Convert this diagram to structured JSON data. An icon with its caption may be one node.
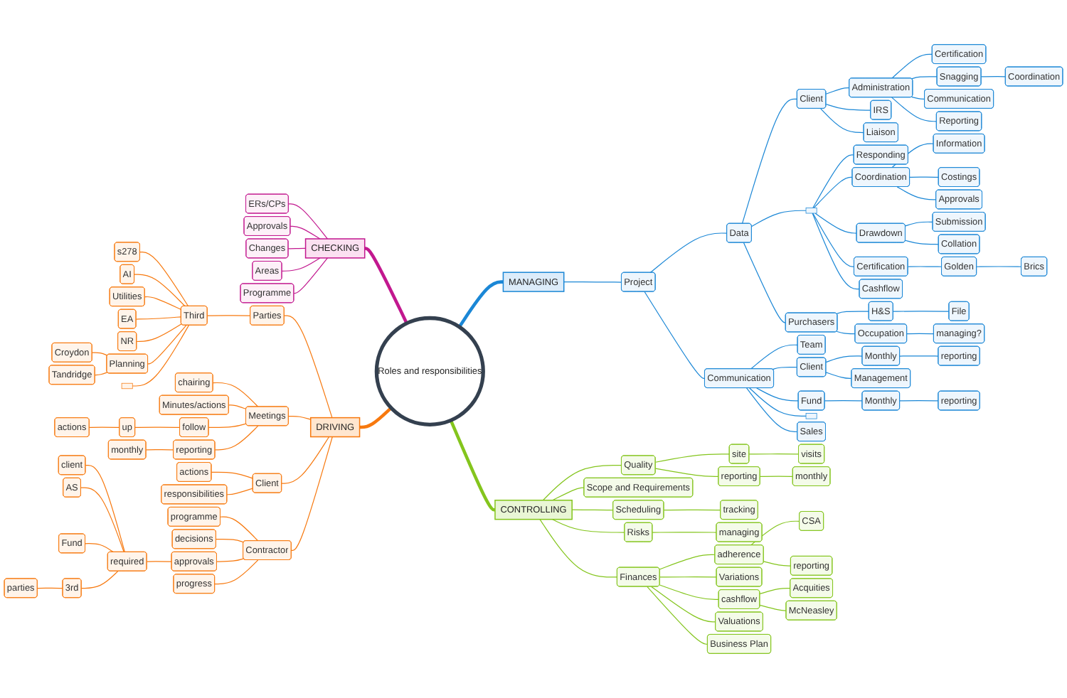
{
  "diagram": {
    "nodes": [
      {
        "text": [
          "Roles and responsibilities"
        ]
      },
      {
        "text": [
          "CHECKING"
        ]
      },
      {
        "text": [
          "ERs/CPs"
        ]
      },
      {
        "text": [
          "Approvals"
        ]
      },
      {
        "text": [
          "Changes"
        ]
      },
      {
        "text": [
          "Areas"
        ]
      },
      {
        "text": [
          "Programme"
        ]
      },
      {
        "text": [
          "MANAGING"
        ]
      },
      {
        "text": [
          "Project"
        ]
      },
      {
        "text": [
          "Data"
        ]
      },
      {
        "text": [
          "Client"
        ]
      },
      {
        "text": [
          "Administration"
        ]
      },
      {
        "text": [
          "Certification"
        ]
      },
      {
        "text": [
          "Snagging"
        ]
      },
      {
        "text": [
          "Coordination"
        ]
      },
      {
        "text": [
          "Communication"
        ]
      },
      {
        "text": [
          "Reporting"
        ]
      },
      {
        "text": [
          "IRS"
        ]
      },
      {
        "text": [
          "Liaison"
        ]
      },
      {
        "text": [],
        "shape": "box"
      },
      {
        "text": [
          "Responding"
        ]
      },
      {
        "text": [
          "Coordination"
        ]
      },
      {
        "text": [
          "Information"
        ]
      },
      {
        "text": [
          "Costings"
        ]
      },
      {
        "text": [
          "Approvals"
        ]
      },
      {
        "text": [
          "Drawdown"
        ]
      },
      {
        "text": [
          "Submission"
        ]
      },
      {
        "text": [
          "Collation"
        ]
      },
      {
        "text": [
          "Certification"
        ]
      },
      {
        "text": [
          "Golden"
        ]
      },
      {
        "text": [
          "Brics"
        ]
      },
      {
        "text": [
          "Cashflow"
        ]
      },
      {
        "text": [
          "Purchasers"
        ]
      },
      {
        "text": [
          "H&S"
        ]
      },
      {
        "text": [
          "File"
        ]
      },
      {
        "text": [
          "Occupation"
        ]
      },
      {
        "text": [
          "managing?"
        ]
      },
      {
        "text": [
          "Communication"
        ]
      },
      {
        "text": [
          "Team"
        ]
      },
      {
        "text": [
          "Client"
        ]
      },
      {
        "text": [
          "Monthly"
        ]
      },
      {
        "text": [
          "reporting"
        ]
      },
      {
        "text": [
          "Management"
        ]
      },
      {
        "text": [
          "Fund"
        ]
      },
      {
        "text": [
          "Monthly"
        ]
      },
      {
        "text": [
          "reporting"
        ]
      },
      {
        "text": [],
        "shape": "box"
      },
      {
        "text": [
          "Sales"
        ]
      },
      {
        "text": [
          "CONTROLLING"
        ]
      },
      {
        "text": [
          "Quality"
        ]
      },
      {
        "text": [
          "site"
        ]
      },
      {
        "text": [
          "visits"
        ]
      },
      {
        "text": [
          "reporting"
        ]
      },
      {
        "text": [
          "monthly"
        ]
      },
      {
        "text": [
          "Scope and Requirements"
        ]
      },
      {
        "text": [
          "Scheduling"
        ]
      },
      {
        "text": [
          "tracking"
        ]
      },
      {
        "text": [
          "Risks"
        ]
      },
      {
        "text": [
          "managing"
        ]
      },
      {
        "text": [
          "Finances"
        ]
      },
      {
        "text": [
          "adherence"
        ]
      },
      {
        "text": [
          "CSA"
        ]
      },
      {
        "text": [
          "reporting"
        ]
      },
      {
        "text": [
          "Variations"
        ]
      },
      {
        "text": [
          "cashflow"
        ]
      },
      {
        "text": [
          "Acquities"
        ]
      },
      {
        "text": [
          "McNeasley"
        ]
      },
      {
        "text": [
          "Valuations"
        ]
      },
      {
        "text": [
          "Business Plan"
        ]
      },
      {
        "text": [
          "DRIVING"
        ]
      },
      {
        "text": [
          "Parties"
        ]
      },
      {
        "text": [
          "Third"
        ]
      },
      {
        "text": [
          "s278"
        ]
      },
      {
        "text": [
          "AI"
        ]
      },
      {
        "text": [
          "Utilities"
        ]
      },
      {
        "text": [
          "EA"
        ]
      },
      {
        "text": [
          "NR"
        ]
      },
      {
        "text": [
          "Planning"
        ]
      },
      {
        "text": [
          "Croydon"
        ]
      },
      {
        "text": [
          "Tandridge"
        ]
      },
      {
        "text": [],
        "shape": "box"
      },
      {
        "text": [
          "Meetings"
        ]
      },
      {
        "text": [
          "chairing"
        ]
      },
      {
        "text": [
          "Minutes/actions"
        ]
      },
      {
        "text": [
          "follow"
        ]
      },
      {
        "text": [
          "up"
        ]
      },
      {
        "text": [
          "actions"
        ]
      },
      {
        "text": [
          "reporting"
        ]
      },
      {
        "text": [
          "monthly"
        ]
      },
      {
        "text": [
          "Client"
        ]
      },
      {
        "text": [
          "actions"
        ]
      },
      {
        "text": [
          "responsibilities"
        ]
      },
      {
        "text": [
          "Contractor"
        ]
      },
      {
        "text": [
          "programme"
        ]
      },
      {
        "text": [
          "decisions"
        ]
      },
      {
        "text": [
          "approvals"
        ]
      },
      {
        "text": [
          "required"
        ]
      },
      {
        "text": [
          "client"
        ]
      },
      {
        "text": [
          "AS"
        ]
      },
      {
        "text": [
          "Fund"
        ]
      },
      {
        "text": [
          "3rd"
        ]
      },
      {
        "text": [
          "parties"
        ]
      },
      {
        "text": [
          "progress"
        ]
      }
    ],
    "edges": [
      {
        "from": 1,
        "to": 0,
        "arrow": "none",
        "style": "thick",
        "color": "#c2188f"
      },
      {
        "from": 2,
        "to": 1,
        "arrow": "none",
        "color": "#c2188f"
      },
      {
        "from": 3,
        "to": 1,
        "arrow": "none",
        "color": "#c2188f"
      },
      {
        "from": 4,
        "to": 1,
        "arrow": "none",
        "color": "#c2188f"
      },
      {
        "from": 5,
        "to": 1,
        "arrow": "none",
        "color": "#c2188f"
      },
      {
        "from": 6,
        "to": 1,
        "arrow": "none",
        "color": "#c2188f"
      },
      {
        "from": 0,
        "to": 7,
        "arrow": "none",
        "style": "thick"
      },
      {
        "from": 7,
        "to": 8,
        "arrow": "none"
      },
      {
        "from": 8,
        "to": 9,
        "arrow": "none"
      },
      {
        "from": 9,
        "to": 10,
        "arrow": "none"
      },
      {
        "from": 10,
        "to": 11,
        "arrow": "none"
      },
      {
        "from": 11,
        "to": 12,
        "arrow": "none"
      },
      {
        "from": 11,
        "to": 13,
        "arrow": "none"
      },
      {
        "from": 13,
        "to": 14,
        "arrow": "none"
      },
      {
        "from": 11,
        "to": 15,
        "arrow": "none"
      },
      {
        "from": 11,
        "to": 16,
        "arrow": "none"
      },
      {
        "from": 10,
        "to": 17,
        "arrow": "none"
      },
      {
        "from": 10,
        "to": 18,
        "arrow": "none"
      },
      {
        "from": 9,
        "to": 19,
        "arrow": "none"
      },
      {
        "from": 19,
        "to": 20,
        "arrow": "none"
      },
      {
        "from": 19,
        "to": 21,
        "arrow": "none"
      },
      {
        "from": 21,
        "to": 22,
        "arrow": "none"
      },
      {
        "from": 21,
        "to": 23,
        "arrow": "none"
      },
      {
        "from": 21,
        "to": 24,
        "arrow": "none"
      },
      {
        "from": 19,
        "to": 25,
        "arrow": "none"
      },
      {
        "from": 25,
        "to": 26,
        "arrow": "none"
      },
      {
        "from": 25,
        "to": 27,
        "arrow": "none"
      },
      {
        "from": 19,
        "to": 28,
        "arrow": "none"
      },
      {
        "from": 28,
        "to": 29,
        "arrow": "none"
      },
      {
        "from": 29,
        "to": 30,
        "arrow": "none"
      },
      {
        "from": 19,
        "to": 31,
        "arrow": "none"
      },
      {
        "from": 9,
        "to": 32,
        "arrow": "none"
      },
      {
        "from": 32,
        "to": 33,
        "arrow": "none"
      },
      {
        "from": 33,
        "to": 34,
        "arrow": "none"
      },
      {
        "from": 32,
        "to": 35,
        "arrow": "none"
      },
      {
        "from": 35,
        "to": 36,
        "arrow": "none"
      },
      {
        "from": 8,
        "to": 37,
        "arrow": "none"
      },
      {
        "from": 37,
        "to": 38,
        "arrow": "none"
      },
      {
        "from": 37,
        "to": 39,
        "arrow": "none"
      },
      {
        "from": 39,
        "to": 40,
        "arrow": "none"
      },
      {
        "from": 40,
        "to": 41,
        "arrow": "none"
      },
      {
        "from": 39,
        "to": 42,
        "arrow": "none"
      },
      {
        "from": 37,
        "to": 43,
        "arrow": "none"
      },
      {
        "from": 43,
        "to": 44,
        "arrow": "none"
      },
      {
        "from": 44,
        "to": 45,
        "arrow": "none"
      },
      {
        "from": 37,
        "to": 46,
        "arrow": "none"
      },
      {
        "from": 37,
        "to": 47,
        "arrow": "none"
      },
      {
        "from": 0,
        "to": 48,
        "arrow": "none",
        "style": "thick",
        "color": "#84c51d"
      },
      {
        "from": 48,
        "to": 49,
        "arrow": "none",
        "color": "#84c51d"
      },
      {
        "from": 49,
        "to": 50,
        "arrow": "none",
        "color": "#84c51d"
      },
      {
        "from": 50,
        "to": 51,
        "arrow": "none",
        "color": "#84c51d"
      },
      {
        "from": 49,
        "to": 52,
        "arrow": "none",
        "color": "#84c51d"
      },
      {
        "from": 52,
        "to": 53,
        "arrow": "none",
        "color": "#84c51d"
      },
      {
        "from": 48,
        "to": 54,
        "arrow": "none",
        "color": "#84c51d"
      },
      {
        "from": 48,
        "to": 55,
        "arrow": "none",
        "color": "#84c51d"
      },
      {
        "from": 55,
        "to": 56,
        "arrow": "none",
        "color": "#84c51d"
      },
      {
        "from": 48,
        "to": 57,
        "arrow": "none",
        "color": "#84c51d"
      },
      {
        "from": 57,
        "to": 58,
        "arrow": "none",
        "color": "#84c51d"
      },
      {
        "from": 48,
        "to": 59,
        "arrow": "none",
        "color": "#84c51d"
      },
      {
        "from": 59,
        "to": 60,
        "arrow": "none",
        "color": "#84c51d"
      },
      {
        "from": 60,
        "to": 61,
        "arrow": "none",
        "color": "#84c51d"
      },
      {
        "from": 60,
        "to": 62,
        "arrow": "none",
        "color": "#84c51d"
      },
      {
        "from": 59,
        "to": 63,
        "arrow": "none",
        "color": "#84c51d"
      },
      {
        "from": 59,
        "to": 64,
        "arrow": "none",
        "color": "#84c51d"
      },
      {
        "from": 64,
        "to": 65,
        "arrow": "none",
        "color": "#84c51d"
      },
      {
        "from": 64,
        "to": 66,
        "arrow": "none",
        "color": "#84c51d"
      },
      {
        "from": 59,
        "to": 67,
        "arrow": "none",
        "color": "#84c51d"
      },
      {
        "from": 59,
        "to": 68,
        "arrow": "none",
        "color": "#84c51d"
      },
      {
        "from": 69,
        "to": 0,
        "arrow": "none",
        "style": "thick",
        "color": "#f7790f"
      },
      {
        "from": 70,
        "to": 69,
        "arrow": "none",
        "color": "#f7790f"
      },
      {
        "from": 71,
        "to": 70,
        "arrow": "none",
        "color": "#f7790f"
      },
      {
        "from": 72,
        "to": 71,
        "arrow": "none",
        "color": "#f7790f"
      },
      {
        "from": 73,
        "to": 71,
        "arrow": "none",
        "color": "#f7790f"
      },
      {
        "from": 74,
        "to": 71,
        "arrow": "none",
        "color": "#f7790f"
      },
      {
        "from": 75,
        "to": 71,
        "arrow": "none",
        "color": "#f7790f"
      },
      {
        "from": 76,
        "to": 71,
        "arrow": "none",
        "color": "#f7790f"
      },
      {
        "from": 77,
        "to": 71,
        "arrow": "none",
        "color": "#f7790f"
      },
      {
        "from": 78,
        "to": 77,
        "arrow": "none",
        "color": "#f7790f"
      },
      {
        "from": 79,
        "to": 77,
        "arrow": "none",
        "color": "#f7790f"
      },
      {
        "from": 80,
        "to": 71,
        "arrow": "none",
        "color": "#f7790f"
      },
      {
        "from": 81,
        "to": 69,
        "arrow": "none",
        "color": "#f7790f"
      },
      {
        "from": 82,
        "to": 81,
        "arrow": "none",
        "color": "#f7790f"
      },
      {
        "from": 83,
        "to": 81,
        "arrow": "none",
        "color": "#f7790f"
      },
      {
        "from": 84,
        "to": 81,
        "arrow": "none",
        "color": "#f7790f"
      },
      {
        "from": 85,
        "to": 84,
        "arrow": "none",
        "color": "#f7790f"
      },
      {
        "from": 86,
        "to": 85,
        "arrow": "none",
        "color": "#f7790f"
      },
      {
        "from": 87,
        "to": 81,
        "arrow": "none",
        "color": "#f7790f"
      },
      {
        "from": 88,
        "to": 87,
        "arrow": "none",
        "color": "#f7790f"
      },
      {
        "from": 89,
        "to": 69,
        "arrow": "none",
        "color": "#f7790f"
      },
      {
        "from": 90,
        "to": 89,
        "arrow": "none",
        "color": "#f7790f"
      },
      {
        "from": 91,
        "to": 89,
        "arrow": "none",
        "color": "#f7790f"
      },
      {
        "from": 92,
        "to": 69,
        "arrow": "none",
        "color": "#f7790f"
      },
      {
        "from": 93,
        "to": 92,
        "arrow": "none",
        "color": "#f7790f"
      },
      {
        "from": 94,
        "to": 92,
        "arrow": "none",
        "color": "#f7790f"
      },
      {
        "from": 95,
        "to": 92,
        "arrow": "none",
        "color": "#f7790f"
      },
      {
        "from": 96,
        "to": 95,
        "arrow": "none",
        "color": "#f7790f"
      },
      {
        "from": 97,
        "to": 96,
        "arrow": "none",
        "color": "#f7790f"
      },
      {
        "from": 98,
        "to": 96,
        "arrow": "none",
        "color": "#f7790f"
      },
      {
        "from": 99,
        "to": 96,
        "arrow": "none",
        "color": "#f7790f"
      },
      {
        "from": 100,
        "to": 96,
        "arrow": "none",
        "color": "#f7790f"
      },
      {
        "from": 101,
        "to": 100,
        "arrow": "none",
        "color": "#f7790f"
      },
      {
        "from": 102,
        "to": 92,
        "arrow": "none",
        "color": "#f7790f"
      }
    ]
  }
}
